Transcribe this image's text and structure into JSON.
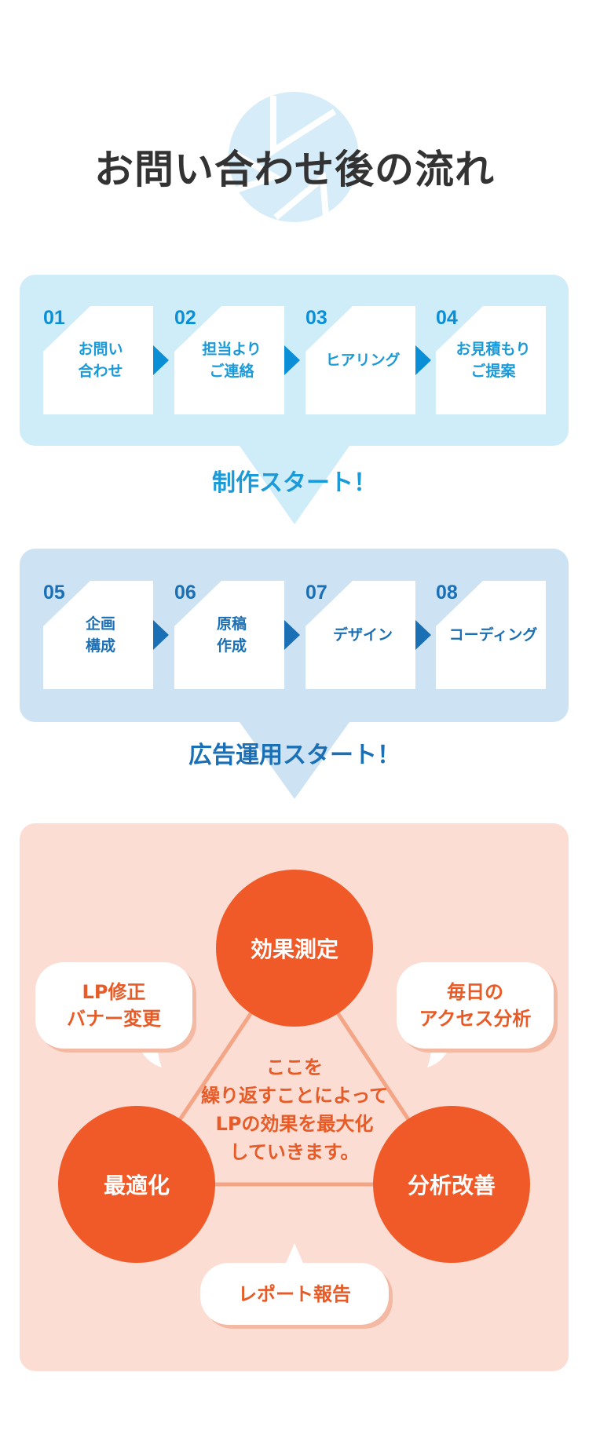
{
  "title": "お問い合わせ後の流れ",
  "phase1": {
    "steps": [
      {
        "num": "01",
        "lines": [
          "お問い",
          "合わせ"
        ]
      },
      {
        "num": "02",
        "lines": [
          "担当より",
          "ご連絡"
        ]
      },
      {
        "num": "03",
        "lines": [
          "ヒアリング"
        ]
      },
      {
        "num": "04",
        "lines": [
          "お見積もり",
          "ご提案"
        ]
      }
    ],
    "result": "制作スタート！"
  },
  "phase2": {
    "steps": [
      {
        "num": "05",
        "lines": [
          "企画",
          "構成"
        ]
      },
      {
        "num": "06",
        "lines": [
          "原稿",
          "作成"
        ]
      },
      {
        "num": "07",
        "lines": [
          "デザイン"
        ]
      },
      {
        "num": "08",
        "lines": [
          "コーディング"
        ]
      }
    ],
    "result": "広告運用スタート！"
  },
  "cycle": {
    "nodes": {
      "top": "効果測定",
      "left": "最適化",
      "right": "分析改善"
    },
    "bubbles": {
      "left": [
        "LP修正",
        "バナー変更"
      ],
      "right": [
        "毎日の",
        "アクセス分析"
      ],
      "bottom": [
        "レポート報告"
      ]
    },
    "center": [
      "ここを",
      "繰り返すことによって",
      "LPの効果を最大化",
      "していきます。"
    ]
  },
  "colors": {
    "blue": "#0a8fd6",
    "navy": "#1a6fb5",
    "orange": "#ef5a28"
  }
}
